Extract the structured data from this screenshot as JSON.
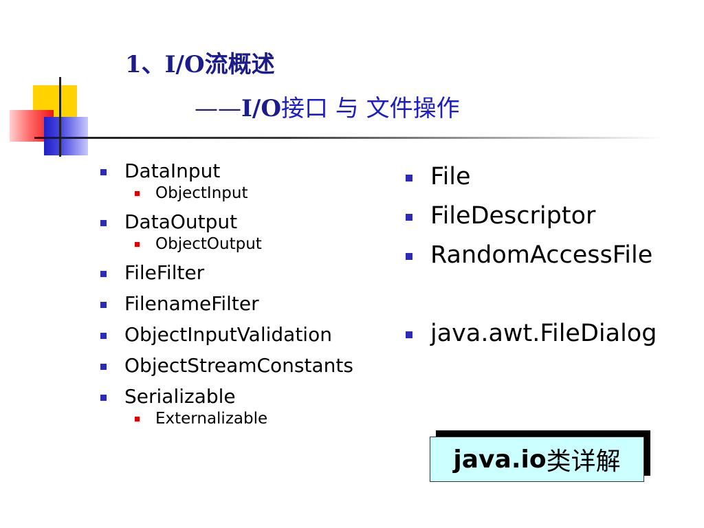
{
  "slide": {
    "title_line1": "1、I/O流概述",
    "title_line2": {
      "dash": "——",
      "io": "I/O",
      "rest": "接口 与 文件操作"
    },
    "left_list": [
      {
        "label": "DataInput",
        "children": [
          "ObjectInput"
        ]
      },
      {
        "label": "DataOutput",
        "children": [
          "ObjectOutput"
        ]
      },
      {
        "label": "FileFilter",
        "children": []
      },
      {
        "label": "FilenameFilter",
        "children": []
      },
      {
        "label": "ObjectInputValidation",
        "children": []
      },
      {
        "label": "ObjectStreamConstants",
        "children": []
      },
      {
        "label": "Serializable",
        "children": [
          "Externalizable"
        ]
      }
    ],
    "right_list": [
      "File",
      "FileDescriptor",
      "RandomAccessFile",
      "java.awt.FileDialog"
    ],
    "callout": {
      "latin": "java.io",
      "cjk": "类详解"
    }
  },
  "colors": {
    "title_dark_blue": "#1c1c8c",
    "title_blue": "#1c1cc8",
    "bullet_blue": "#2b2bb8",
    "bullet_red": "#e00000",
    "callout_bg": "#ccffff",
    "deco_yellow": "#ffd200",
    "deco_red": "#f01414",
    "deco_blue": "#2020c8"
  }
}
